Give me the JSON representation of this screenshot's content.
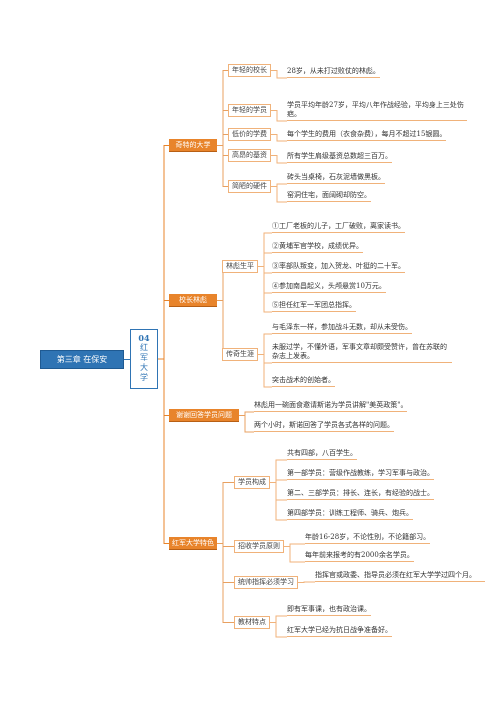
{
  "root": {
    "label": "第三章 在保安"
  },
  "center": {
    "number": "04",
    "chars": [
      "红",
      "军",
      "大",
      "学"
    ]
  },
  "topics": [
    {
      "id": "t1",
      "label": "奇特的大学",
      "subs": [
        {
          "label": "年轻的校长",
          "leaves": [
            "28岁，从未打过败仗的林彪。"
          ]
        },
        {
          "label": "年轻的学员",
          "leaves": [
            "学员平均年龄27岁，平均八年作战经验，平均身上三处伤疤。"
          ]
        },
        {
          "label": "低价的学费",
          "leaves": [
            "每个学生的费用（衣食杂费），每月不超过15银圆。"
          ]
        },
        {
          "label": "高昂的基资",
          "leaves": [
            "所有学生肩级基资总数超三百万。"
          ]
        },
        {
          "label": "简陋的硬件",
          "leaves": [
            "砖头当桌椅，石灰泥墙做黑板。",
            "窑洞住宅，面阔砌却防空。"
          ]
        }
      ]
    },
    {
      "id": "t2",
      "label": "校长林彪",
      "subs": [
        {
          "label": "林彪生平",
          "leaves": [
            "①工厂老板的儿子，工厂破败，离家读书。",
            "②黄埔军官学校，成绩优异。",
            "③率部队叛变，加入贺龙、叶挺的二十军。",
            "④参加南昌起义，头颅悬赏10万元。",
            "⑤担任红军一军团总指挥。"
          ]
        },
        {
          "label": "传奇生涯",
          "leaves": [
            "与毛泽东一样，参加战斗无数，却从未受伤。",
            "未服过学，不懂外语，军事文章却颇受赞许，曾在苏联的杂志上发表。",
            "突击战术的创始者。"
          ]
        }
      ]
    },
    {
      "id": "t3",
      "label": "谢谢回答学员问题",
      "leaves": [
        "林彪用一碗面食邀请斯诺为学员讲解\"美英政策\"。",
        "两个小时，斯诺回答了学员各式各样的问题。"
      ]
    },
    {
      "id": "t4",
      "label": "红军大学特色",
      "subs": [
        {
          "label": "学员构成",
          "leaves": [
            "共有四部，八百学生。",
            "第一部学员：营级作战教练，学习军事与政治。",
            "第二、三部学员：排长、连长，有经验的战士。",
            "第四部学员：训练工程师、骑兵、炮兵。"
          ]
        },
        {
          "label": "招收学员原则",
          "leaves": [
            "年龄16-28岁，不论性别，不论籍部习。",
            "每年前来报考的有2000余名学员。"
          ]
        },
        {
          "label": "统帅指挥必须学习",
          "leaves": [
            "指挥官或政委、指导员必须在红军大学学过四个月。"
          ]
        },
        {
          "label": "教材特点",
          "leaves": [
            "即有军事课，也有政治课。",
            "红军大学已经为抗日战争准备好。"
          ]
        }
      ]
    }
  ]
}
